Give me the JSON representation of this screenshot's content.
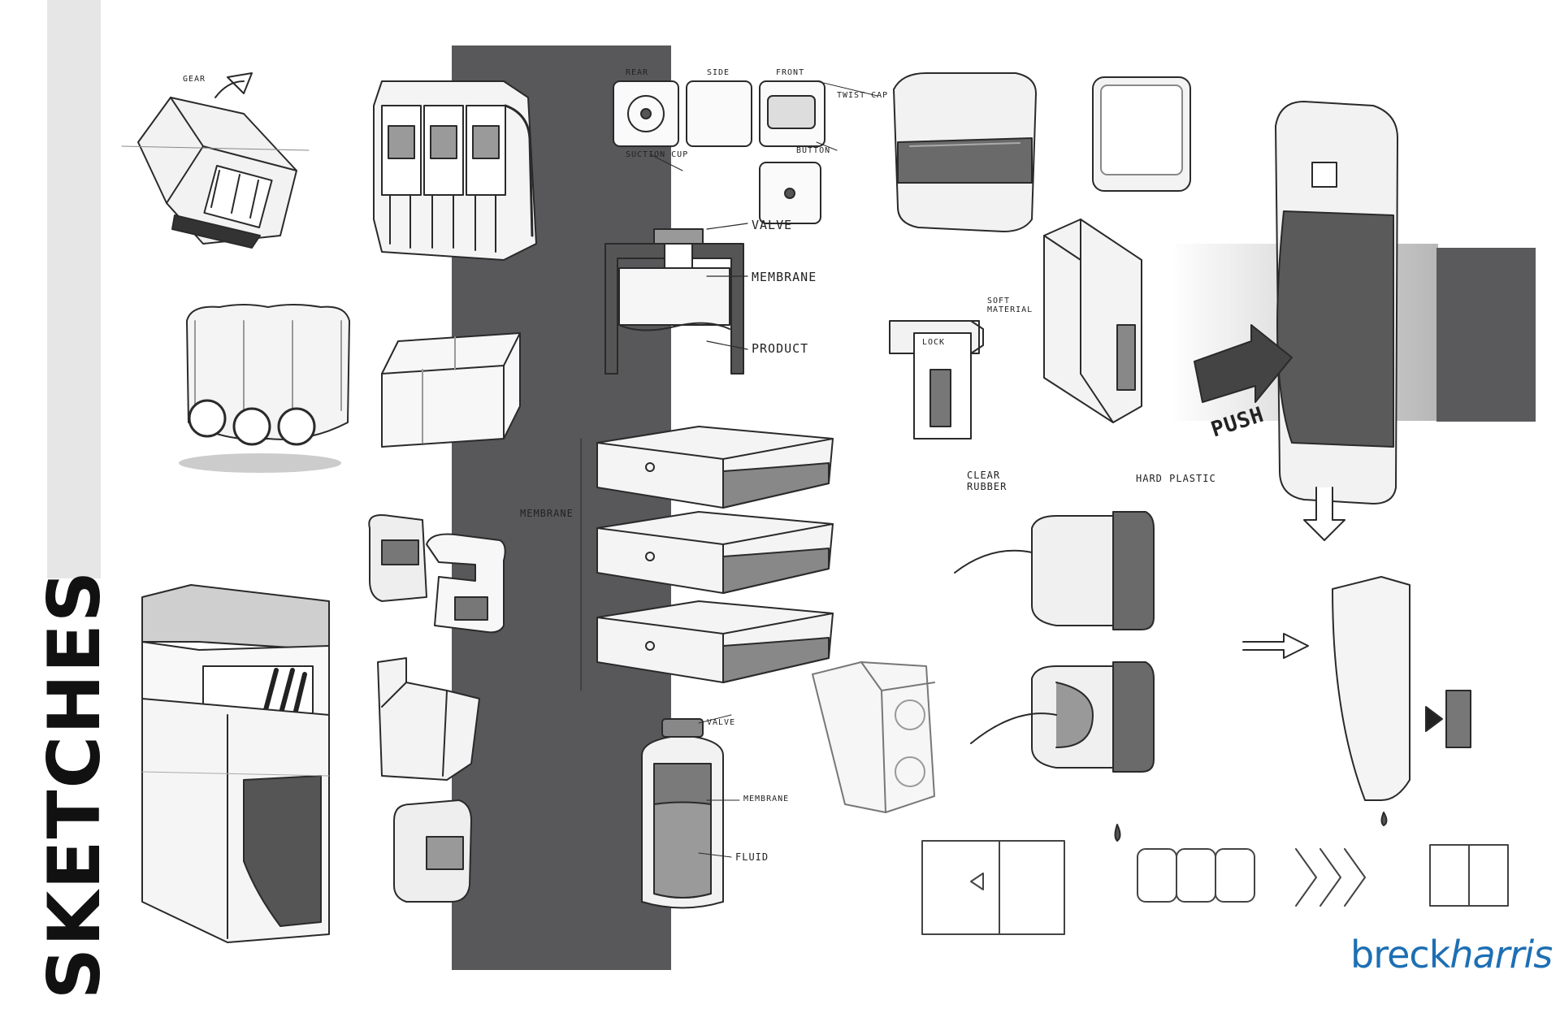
{
  "title": "SKETCHES",
  "brand": {
    "part1": "breck",
    "part2": "harris",
    "color": "#1d6fb3"
  },
  "labels": {
    "gear": "GEAR",
    "rear": "REAR",
    "side": "SIDE",
    "front": "FRONT",
    "twist_cap": "TWIST CAP",
    "suction_cup": "SUCTION CUP",
    "button": "BUTTON",
    "valve": "VALVE",
    "membrane": "MEMBRANE",
    "product": "PRODUCT",
    "membrane2": "MEMBRANE",
    "valve2": "VALVE",
    "membrane3": "MEMBRANE",
    "fluid": "FLUID",
    "lock": "LOCK",
    "soft_material": "SOFT MATERIAL",
    "clear_rubber": "CLEAR RUBBER",
    "hard_plastic": "HARD PLASTIC",
    "push": "PUSH"
  },
  "colors": {
    "dark_panel": "#58585a",
    "side_bar": "#e6e6e6",
    "ink": "#2a2a2a"
  }
}
